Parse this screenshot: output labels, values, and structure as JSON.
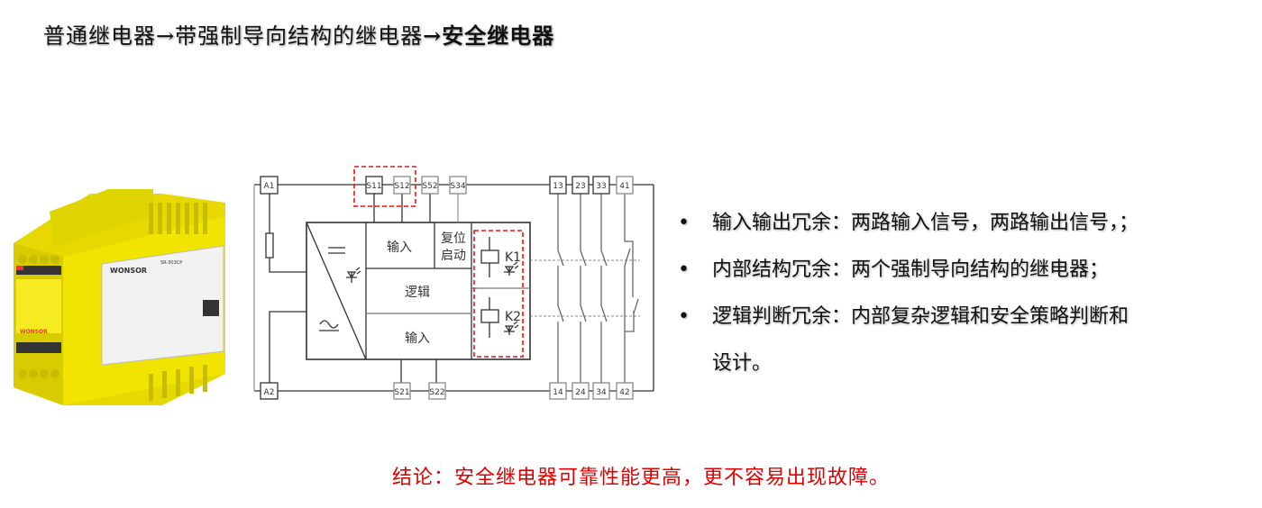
{
  "title": {
    "normal": "普通继电器→带强制导向结构的继电器",
    "bold": "→安全继电器"
  },
  "product": {
    "brand": "WONSOR",
    "model": "SR-303CP"
  },
  "diagram": {
    "top_terminals": [
      "A1",
      "S11",
      "S12",
      "S52",
      "S34",
      "13",
      "23",
      "33",
      "41"
    ],
    "bottom_terminals": [
      "A2",
      "S21",
      "S22",
      "14",
      "24",
      "34",
      "42"
    ],
    "blocks": {
      "input_top": "输入",
      "reset_1": "复位",
      "reset_2": "启动",
      "logic": "逻辑",
      "input_bottom": "输入"
    },
    "relays": [
      "K1",
      "K2"
    ],
    "highlight_color": "#ee1111"
  },
  "bullets": [
    {
      "text": "输入输出冗余：两路输入信号，两路输出信号，；"
    },
    {
      "text": "内部结构冗余：两个强制导向结构的继电器；"
    },
    {
      "text": "逻辑判断冗余：内部复杂逻辑和安全策略判断和",
      "cont": "设计。"
    }
  ],
  "bullet_symbol": "•",
  "conclusion": "结论：安全继电器可靠性能更高，更不容易出现故障。",
  "colors": {
    "conclusion": "#e00000",
    "product_yellow": "#f2e600"
  }
}
